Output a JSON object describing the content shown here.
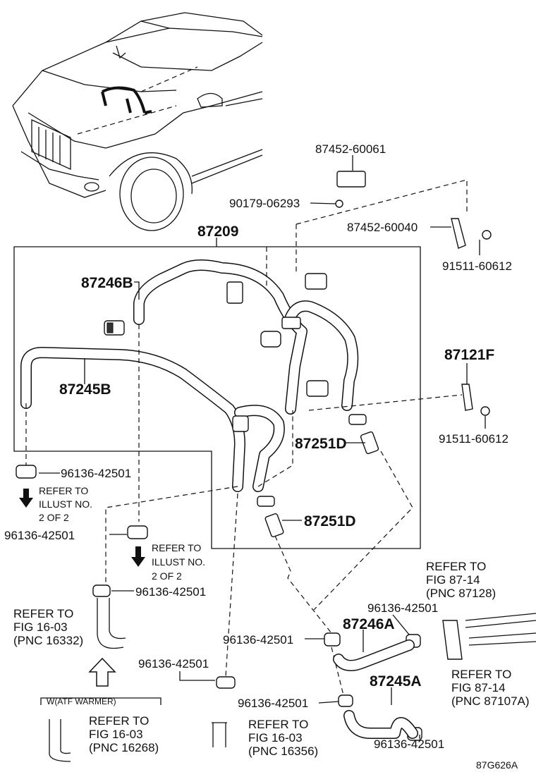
{
  "diagram": {
    "part_numbers": {
      "p_87452_60061": "87452-60061",
      "p_90179_06293": "90179-06293",
      "p_87209": "87209",
      "p_87452_60040": "87452-60040",
      "p_91511_60612_a": "91511-60612",
      "p_87246b": "87246B",
      "p_87121f": "87121F",
      "p_87245b": "87245B",
      "p_91511_60612_b": "91511-60612",
      "p_87251d_a": "87251D",
      "p_96136_a": "96136-42501",
      "p_87251d_b": "87251D",
      "p_96136_b": "96136-42501",
      "p_96136_c": "96136-42501",
      "p_96136_d": "96136-42501",
      "p_87246a": "87246A",
      "p_96136_e": "96136-42501",
      "p_96136_f": "96136-42501",
      "p_87245a": "87245A",
      "p_96136_g": "96136-42501",
      "p_96136_h": "96136-42501"
    },
    "refer_illust_a": [
      "REFER TO",
      "ILLUST NO.",
      "2 OF 2"
    ],
    "refer_illust_b": [
      "REFER TO",
      "ILLUST NO.",
      "2 OF 2"
    ],
    "refer_fig_87_14_top": [
      "REFER TO",
      "FIG 87-14",
      "(PNC 87128)"
    ],
    "refer_fig_16_03_left": [
      "REFER TO",
      "FIG 16-03",
      "(PNC 16332)"
    ],
    "refer_fig_87_14_bottom": [
      "REFER TO",
      "FIG 87-14",
      "(PNC 87107A)"
    ],
    "refer_fig_16_03_warmer": [
      "REFER TO",
      "FIG 16-03",
      "(PNC 16268)"
    ],
    "refer_fig_16_03_bottom": [
      "REFER TO",
      "FIG 16-03",
      "(PNC 16356)"
    ],
    "atf_warmer_label": "W(ATF WARMER)",
    "figure_code": "87G626A"
  }
}
